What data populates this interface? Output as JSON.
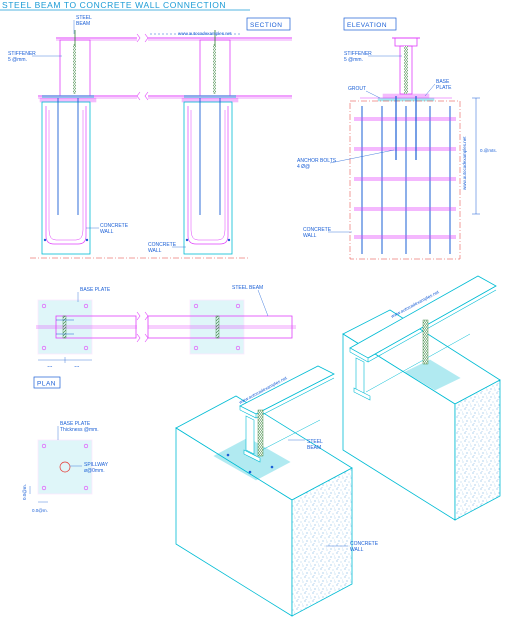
{
  "drawing": {
    "title": "STEEL BEAM TO CONCRETE WALL CONNECTION"
  },
  "section": {
    "tag": "SECTION",
    "label_steel_beam_1": "STEEL",
    "label_steel_beam_2": "BEAM",
    "label_stiffener_1": "STIFFENER",
    "label_stiffener_2": "5 @mm.",
    "label_concrete_wall_1": "CONCRETE",
    "label_concrete_wall_2": "WALL",
    "label_concrete_wall2_1": "CONCRETE",
    "label_concrete_wall2_2": "WALL",
    "watermark": "www.autocadexamples.net"
  },
  "elevation": {
    "tag": "ELEVATION",
    "label_stiffener_1": "STIFFENER",
    "label_stiffener_2": "5 @mm.",
    "label_grout": "GROUT",
    "label_base_plate_1": "BASE",
    "label_base_plate_2": "PLATE",
    "label_anchor_bolts_1": "ANCHOR BOLTS",
    "label_anchor_bolts_2": "4 Ø@",
    "label_concrete_wall_1": "CONCRETE",
    "label_concrete_wall_2": "WALL",
    "dimension_height": "0.@mts.",
    "watermark": "www.autocadexamples.net"
  },
  "plan": {
    "tag": "PLAN",
    "label_base_plate": "BASE PLATE",
    "label_steel_beam": "STEEL BEAM",
    "dimension_a": "~~",
    "dimension_b": "~~"
  },
  "plate_detail": {
    "label_base_plate_1": "BASE PLATE",
    "label_base_plate_2": "Thickness @mm.",
    "label_spillway_1": "SPILLWAY",
    "label_spillway_2": "ø@0mm.",
    "dimension_vertical": "0.0@m.",
    "dimension_horizontal": "0.0@m."
  },
  "isometric": {
    "label_steel_beam_1": "STEEL",
    "label_steel_beam_2": "BEAM",
    "label_concrete_wall_1": "CONCRETE",
    "label_concrete_wall_2": "WALL",
    "watermark_front": "www.autocadexamples.net",
    "watermark_back": "www.autocadexamples.net"
  },
  "colors": {
    "cyan": "#00bcd4",
    "magenta": "#e040fb",
    "blue": "#1a5fd6",
    "red": "#e53935",
    "green": "#2e7d32",
    "title": "#1a9bd6"
  }
}
